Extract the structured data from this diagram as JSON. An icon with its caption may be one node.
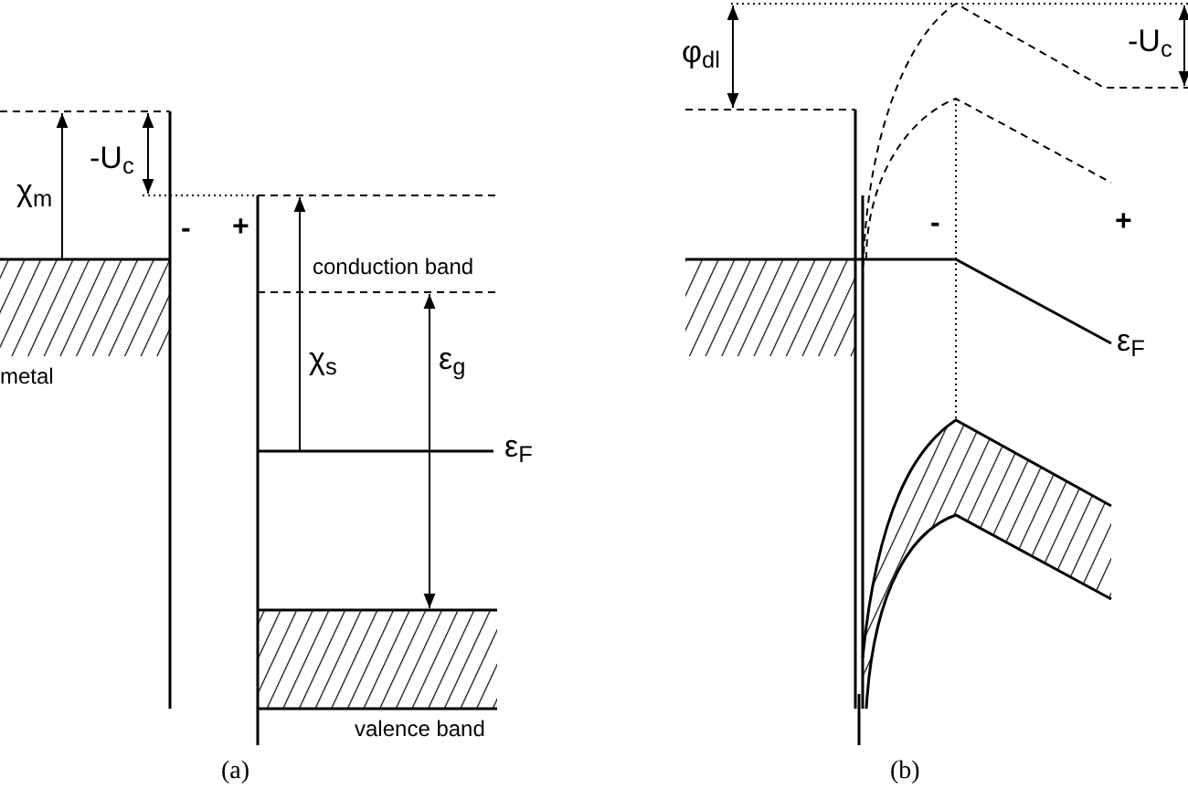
{
  "diagram": {
    "labels": [
      "χ$_{m}$",
      "-U$_{c}$",
      "-",
      "+",
      "conduction band",
      "χ$_{s}$",
      "ε$_{g}$",
      "metal",
      "ε$_{F}$",
      "valence band",
      "(a)",
      "φ$_{dl}$",
      "-U$_{c}$",
      "-",
      "+",
      "ε$_{F}$",
      "(b)"
    ]
  }
}
